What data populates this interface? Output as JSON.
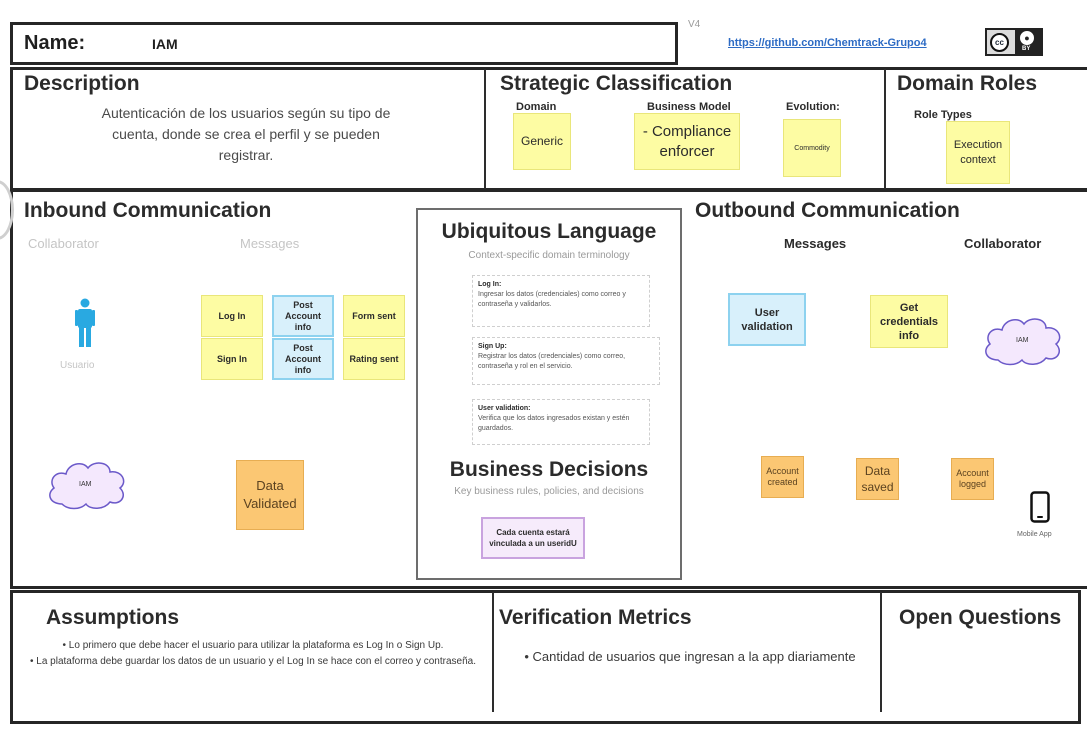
{
  "header": {
    "name_label": "Name:",
    "name_value": "IAM",
    "version": "V4",
    "repo_link": "https://github.com/Chemtrack-Grupo4",
    "license_cc": "cc",
    "license_by": "BY"
  },
  "description": {
    "title": "Description",
    "text": "Autenticación de los usuarios según su tipo de cuenta, donde se crea el perfil y se pueden registrar."
  },
  "strategic": {
    "title": "Strategic Classification",
    "domain_label": "Domain",
    "domain_value": "Generic",
    "business_model_label": "Business Model",
    "business_model_value": "- Compliance enforcer",
    "evolution_label": "Evolution:",
    "evolution_value": "Commodity"
  },
  "domain_roles": {
    "title": "Domain Roles",
    "role_types_label": "Role Types",
    "role_value": "Execution context"
  },
  "inbound": {
    "title": "Inbound Communication",
    "collaborator_label": "Collaborator",
    "messages_label": "Messages",
    "user_label": "Usuario",
    "iam_label": "IAM",
    "messages": [
      {
        "label": "Log In",
        "color": "yellow"
      },
      {
        "label": "Post Account info",
        "color": "blue"
      },
      {
        "label": "Form sent",
        "color": "yellow"
      },
      {
        "label": "Sign In",
        "color": "yellow"
      },
      {
        "label": "Post Account info",
        "color": "blue"
      },
      {
        "label": "Rating sent",
        "color": "yellow"
      }
    ],
    "data_validated": "Data Validated"
  },
  "ubiquitous": {
    "title": "Ubiquitous Language",
    "subtitle": "Context-specific domain terminology",
    "terms": [
      {
        "term": "Log In:",
        "definition": "Ingresar los datos (credenciales) como correo y contraseña y validarlos."
      },
      {
        "term": "Sign Up:",
        "definition": "Registrar los datos (credenciales) como correo, contraseña y rol en el servicio."
      },
      {
        "term": "User validation:",
        "definition": "Verifica que los datos ingresados existan y estén guardados."
      }
    ]
  },
  "business_decisions": {
    "title": "Business Decisions",
    "subtitle": "Key business rules, policies, and decisions",
    "decision": "Cada cuenta estará vinculada a un useridU"
  },
  "outbound": {
    "title": "Outbound Communication",
    "messages_label": "Messages",
    "collaborator_label": "Collaborator",
    "user_validation": "User validation",
    "get_credentials": "Get credentials info",
    "iam_label": "IAM",
    "account_created": "Account created",
    "data_saved": "Data saved",
    "account_logged": "Account logged",
    "mobile_app": "Mobile App"
  },
  "assumptions": {
    "title": "Assumptions",
    "items": [
      "Lo primero que debe hacer el usuario para utilizar la plataforma es Log In o Sign Up.",
      "La plataforma debe guardar los datos de un usuario y el Log In se hace con el correo y contraseña."
    ]
  },
  "verification": {
    "title": "Verification Metrics",
    "items": [
      "Cantidad de usuarios que ingresan a la app diariamente"
    ]
  },
  "open_questions": {
    "title": "Open Questions"
  },
  "colors": {
    "yellow": "#fdfca3",
    "blue": "#d8f0fb",
    "orange": "#fbc773",
    "lilac": "#f6ebfb",
    "cloud": "#f4e8fd",
    "cloud_stroke": "#6b59c9",
    "person": "#29a9e1",
    "link": "#2d6bc4"
  }
}
